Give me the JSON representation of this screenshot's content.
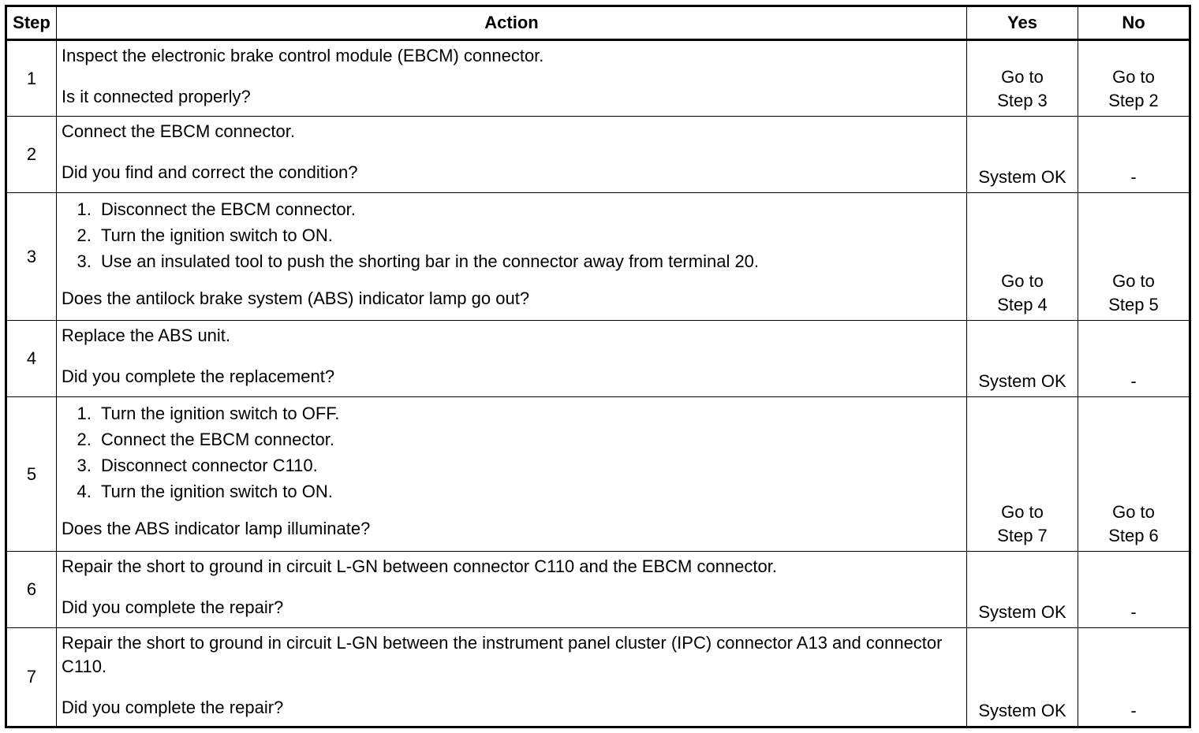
{
  "headers": {
    "step": "Step",
    "action": "Action",
    "yes": "Yes",
    "no": "No"
  },
  "rows": [
    {
      "step": "1",
      "instructions": [
        "Inspect the electronic brake control module (EBCM) connector."
      ],
      "list": [],
      "question": "Is it connected properly?",
      "yes": "Go to\nStep 3",
      "no": "Go to\nStep 2"
    },
    {
      "step": "2",
      "instructions": [
        "Connect the EBCM connector."
      ],
      "list": [],
      "question": "Did you find and correct the condition?",
      "yes": "System OK",
      "no": "-"
    },
    {
      "step": "3",
      "instructions": [],
      "list": [
        "Disconnect the EBCM connector.",
        "Turn the ignition switch to ON.",
        "Use an insulated tool to push the shorting bar in the connector away from terminal 20."
      ],
      "question": "Does the antilock brake system (ABS) indicator lamp go out?",
      "yes": "Go to\nStep 4",
      "no": "Go to\nStep 5"
    },
    {
      "step": "4",
      "instructions": [
        "Replace the ABS unit."
      ],
      "list": [],
      "question": "Did you complete the replacement?",
      "yes": "System OK",
      "no": "-"
    },
    {
      "step": "5",
      "instructions": [],
      "list": [
        "Turn the ignition switch to OFF.",
        "Connect the EBCM connector.",
        "Disconnect connector C110.",
        "Turn the ignition switch to ON."
      ],
      "question": "Does the ABS indicator lamp illuminate?",
      "yes": "Go to\nStep 7",
      "no": "Go to\nStep 6"
    },
    {
      "step": "6",
      "instructions": [
        "Repair the short to ground in circuit L-GN between connector C110 and the EBCM connector."
      ],
      "list": [],
      "question": "Did you complete the repair?",
      "yes": "System OK",
      "no": "-"
    },
    {
      "step": "7",
      "instructions": [
        "Repair the short to ground in circuit L-GN between the instrument panel cluster (IPC) connector A13 and connector C110."
      ],
      "list": [],
      "question": "Did you complete the repair?",
      "yes": "System OK",
      "no": "-"
    }
  ]
}
